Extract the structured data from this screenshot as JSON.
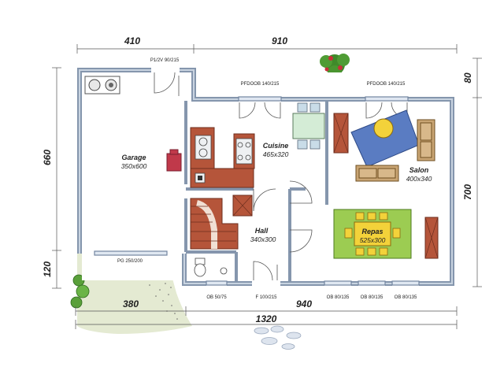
{
  "dimensions": {
    "top_left": "410",
    "top_right": "910",
    "left_upper": "660",
    "left_lower": "120",
    "right_upper": "80",
    "right_main": "700",
    "bottom_left": "380",
    "bottom_mid": "940",
    "bottom_total": "1320"
  },
  "openings": {
    "garage_door": "P1/2V 90/215",
    "kitchen_door": "PFDOOB 140/215",
    "salon_door": "PFDOOB 140/215",
    "garage_gate": "PG 250/200",
    "wc_window": "OB 50/75",
    "entry_door": "F 100/215",
    "window_1": "OB 80/135",
    "window_2": "OB 80/135",
    "window_3": "OB 80/135"
  },
  "rooms": {
    "garage": {
      "name": "Garage",
      "size": "350x600"
    },
    "cuisine": {
      "name": "Cuisine",
      "size": "465x320"
    },
    "salon": {
      "name": "Salon",
      "size": "400x340"
    },
    "hall": {
      "name": "Hall",
      "size": "340x300"
    },
    "repas": {
      "name": "Repas",
      "size": "525x300"
    }
  },
  "colors": {
    "wall": "#8a9bb0",
    "wall_inner": "#b7c4d4",
    "terracotta": "#b5553a",
    "table_green": "#9ccc52",
    "yellow": "#f3d23a",
    "sofa_blue": "#5a7cc2",
    "sofa_tan": "#c9a574",
    "garden": "#e5ebd3"
  }
}
